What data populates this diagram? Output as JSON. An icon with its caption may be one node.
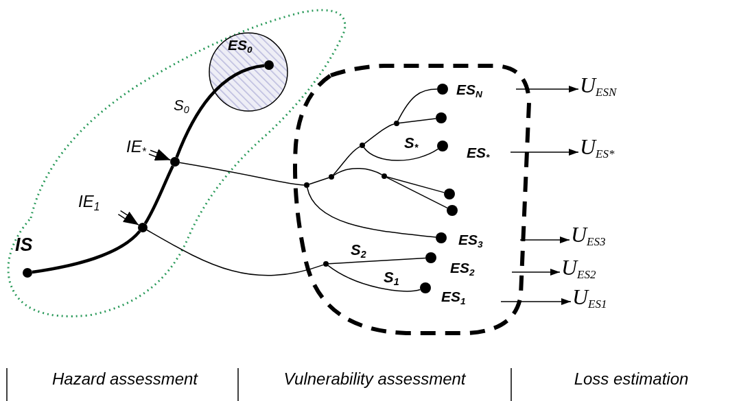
{
  "diagram": {
    "nodes": [
      {
        "text": [
          "IS"
        ]
      },
      {
        "text": [],
        "shape": "circle"
      },
      {
        "text": [],
        "shape": "circle"
      },
      {
        "text": [
          "ES$_{0}$"
        ]
      },
      {
        "text": [],
        "shape": "circle",
        "in": 3
      },
      {
        "text": [
          "IE$_{1}$"
        ]
      },
      {
        "text": [
          "IE$_{*}$"
        ]
      },
      {
        "text": [],
        "shape": "circle"
      },
      {
        "text": [],
        "shape": "circle"
      },
      {
        "text": [],
        "shape": "circle"
      },
      {
        "text": [],
        "shape": "circle"
      },
      {
        "text": [],
        "shape": "circle"
      },
      {
        "text": [
          "ES$_{N}$"
        ]
      },
      {
        "text": [],
        "shape": "circle"
      },
      {
        "text": [
          "ES$_{*}$"
        ]
      },
      {
        "text": [],
        "shape": "circle"
      },
      {
        "text": [],
        "shape": "circle"
      },
      {
        "text": [
          "ES$_{3}$"
        ]
      },
      {
        "text": [],
        "shape": "circle"
      },
      {
        "text": [
          "ES$_{2}$"
        ]
      },
      {
        "text": [
          "ES$_{1}$"
        ]
      },
      {
        "text": [
          "U$_{ES}$$_{N}$"
        ]
      },
      {
        "text": [
          "U$_{ES}$$_{*}$"
        ]
      },
      {
        "text": [
          "U$_{ES}$$_{3}$"
        ]
      },
      {
        "text": [
          "U$_{ES}$$_{2}$"
        ]
      },
      {
        "text": [
          "U$_{ES}$$_{1}$"
        ]
      }
    ],
    "edges": [
      {
        "from": 0,
        "to": 1,
        "arrow": "none",
        "style": "thick"
      },
      {
        "from": 1,
        "to": 2,
        "arrow": "none",
        "style": "thick"
      },
      {
        "from": 2,
        "to": 4,
        "arrow": "none",
        "style": "thick",
        "label": "S$_{0}$"
      },
      {
        "from": 5,
        "to": 1,
        "arrow": "to"
      },
      {
        "from": 6,
        "to": 2,
        "arrow": "to"
      },
      {
        "from": 2,
        "to": 7,
        "arrow": "none"
      },
      {
        "from": 7,
        "to": 8,
        "arrow": "none"
      },
      {
        "from": 8,
        "to": 9,
        "arrow": "none"
      },
      {
        "from": 9,
        "to": 10,
        "arrow": "none"
      },
      {
        "from": 10,
        "to": 12,
        "arrow": "none"
      },
      {
        "from": 10,
        "to": 13,
        "arrow": "none"
      },
      {
        "from": 9,
        "to": 14,
        "arrow": "none",
        "label": "S$_{*}$"
      },
      {
        "from": 8,
        "to": 11,
        "arrow": "none"
      },
      {
        "from": 11,
        "to": 15,
        "arrow": "none"
      },
      {
        "from": 11,
        "to": 16,
        "arrow": "none"
      },
      {
        "from": 7,
        "to": 17,
        "arrow": "none"
      },
      {
        "from": 1,
        "to": 18,
        "arrow": "none"
      },
      {
        "from": 18,
        "to": 19,
        "arrow": "none",
        "label": "S$_{2}$"
      },
      {
        "from": 18,
        "to": 20,
        "arrow": "none",
        "label": "S$_{1}$"
      },
      {
        "from": 12,
        "to": 21,
        "arrow": "to"
      },
      {
        "from": 14,
        "to": 22,
        "arrow": "to"
      },
      {
        "from": 17,
        "to": 23,
        "arrow": "to"
      },
      {
        "from": 19,
        "to": 24,
        "arrow": "to"
      },
      {
        "from": 20,
        "to": 25,
        "arrow": "to"
      }
    ],
    "labels": [
      "Hazard assessment",
      "Vulnerability assessment",
      "Loss estimation"
    ]
  }
}
